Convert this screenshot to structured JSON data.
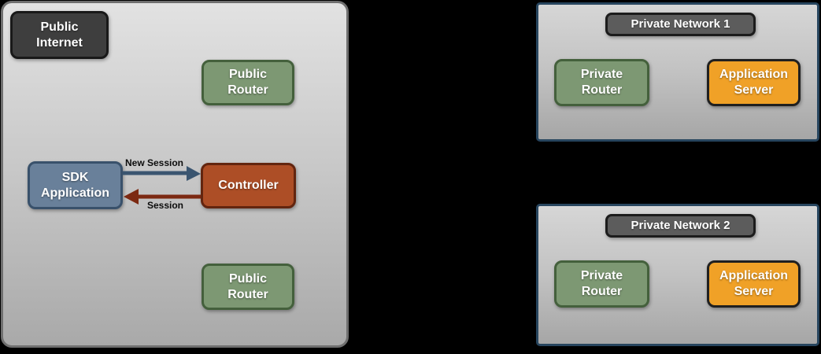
{
  "colors": {
    "page_bg": "#000000",
    "public_zone_border": "#6f6f6f",
    "network_border": "#27455e",
    "badge_bg": "#3e3e3e",
    "network_title_bg": "#5c5c5c",
    "router_green": "#7d9873",
    "router_green_border": "#44603c",
    "sdk_blue": "#69809a",
    "sdk_blue_border": "#39516b",
    "controller_rust": "#ad4e26",
    "controller_rust_border": "#63250f",
    "server_orange": "#f0a127",
    "server_orange_border": "#202020",
    "arrow_new_session": "#3a5570",
    "arrow_session": "#7c2912"
  },
  "public_zone": {
    "badge_label": "Public Internet",
    "router_top_label": "Public Router",
    "sdk_label": "SDK Application",
    "controller_label": "Controller",
    "router_bottom_label": "Public Router",
    "new_session_label": "New Session",
    "session_label": "Session"
  },
  "networks": [
    {
      "title": "Private Network 1",
      "router_label": "Private Router",
      "server_label": "Application Server"
    },
    {
      "title": "Private Network 2",
      "router_label": "Private Router",
      "server_label": "Application Server"
    }
  ]
}
